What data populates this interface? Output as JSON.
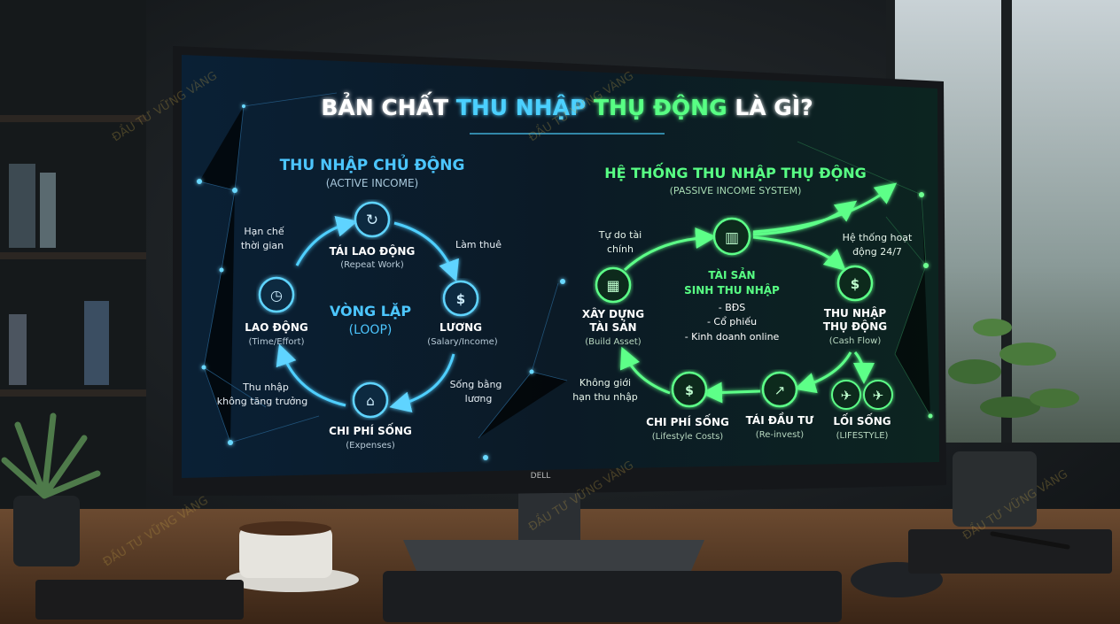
{
  "title": {
    "part1": "BẢN CHẤT ",
    "part2": "THU NHẬP",
    "part3": " ",
    "part4": "THỤ ĐỘNG",
    "part5": " LÀ GÌ?"
  },
  "colors": {
    "active": "#3cc4ff",
    "passive": "#4dff7a",
    "screen_bg": "#0b1a2a",
    "desk": "#5a3a24"
  },
  "active": {
    "heading": "THU NHẬP CHỦ ĐỘNG",
    "subheading": "(ACTIVE INCOME)",
    "center": {
      "label": "VÒNG LẶP",
      "sub": "(LOOP)"
    },
    "nodes": [
      {
        "icon": "repeat-clock-icon",
        "label": "TÁI LAO ĐỘNG",
        "sub": "(Repeat Work)"
      },
      {
        "icon": "money-bag-icon",
        "label": "LƯƠNG",
        "sub": "(Salary/Income)"
      },
      {
        "icon": "house-icon",
        "label": "CHI PHÍ SỐNG",
        "sub": "(Expenses)"
      },
      {
        "icon": "clock-icon",
        "label": "LAO ĐỘNG",
        "sub": "(Time/Effort)"
      }
    ],
    "edges": [
      {
        "line1": "Hạn chế",
        "line2": "thời gian"
      },
      {
        "line1": "Làm thuê",
        "line2": ""
      },
      {
        "line1": "Sống bằng",
        "line2": "lương"
      },
      {
        "line1": "Thu nhập",
        "line2": "không tăng trưởng"
      }
    ]
  },
  "passive": {
    "heading": "HỆ THỐNG THU NHẬP THỤ ĐỘNG",
    "subheading": "(PASSIVE INCOME SYSTEM)",
    "center": {
      "line1": "TÀI SẢN",
      "line2": "SINH THU NHẬP",
      "items": [
        "- BĐS",
        "- Cổ phiếu",
        "- Kinh doanh online"
      ]
    },
    "nodes": [
      {
        "icon": "building-icon",
        "line1": "XÂY DỰNG",
        "line2": "TÀI SẢN",
        "sub": "(Build Asset)"
      },
      {
        "icon": "cash-flow-icon",
        "line1": "THU NHẬP",
        "line2": "THỤ ĐỘNG",
        "sub": "(Cash Flow)"
      },
      {
        "icon": "money-coins-icon",
        "label": "CHI PHÍ SỐNG",
        "sub": "(Lifestyle Costs)"
      },
      {
        "icon": "trend-up-icon",
        "label": "TÁI ĐẦU TƯ",
        "sub": "(Re-invest)"
      },
      {
        "icon": "airplane-icon",
        "label": "LỐI SỐNG",
        "sub": "(LIFESTYLE)"
      }
    ],
    "edges": [
      {
        "line1": "Tự do tài",
        "line2": "chính"
      },
      {
        "line1": "Hệ thống hoạt",
        "line2": "động 24/7"
      },
      {
        "line1": "Không giới",
        "line2": "hạn thu nhập"
      }
    ]
  },
  "monitor_brand": "DELL",
  "watermark": "ĐẦU TƯ VỮNG VÀNG"
}
